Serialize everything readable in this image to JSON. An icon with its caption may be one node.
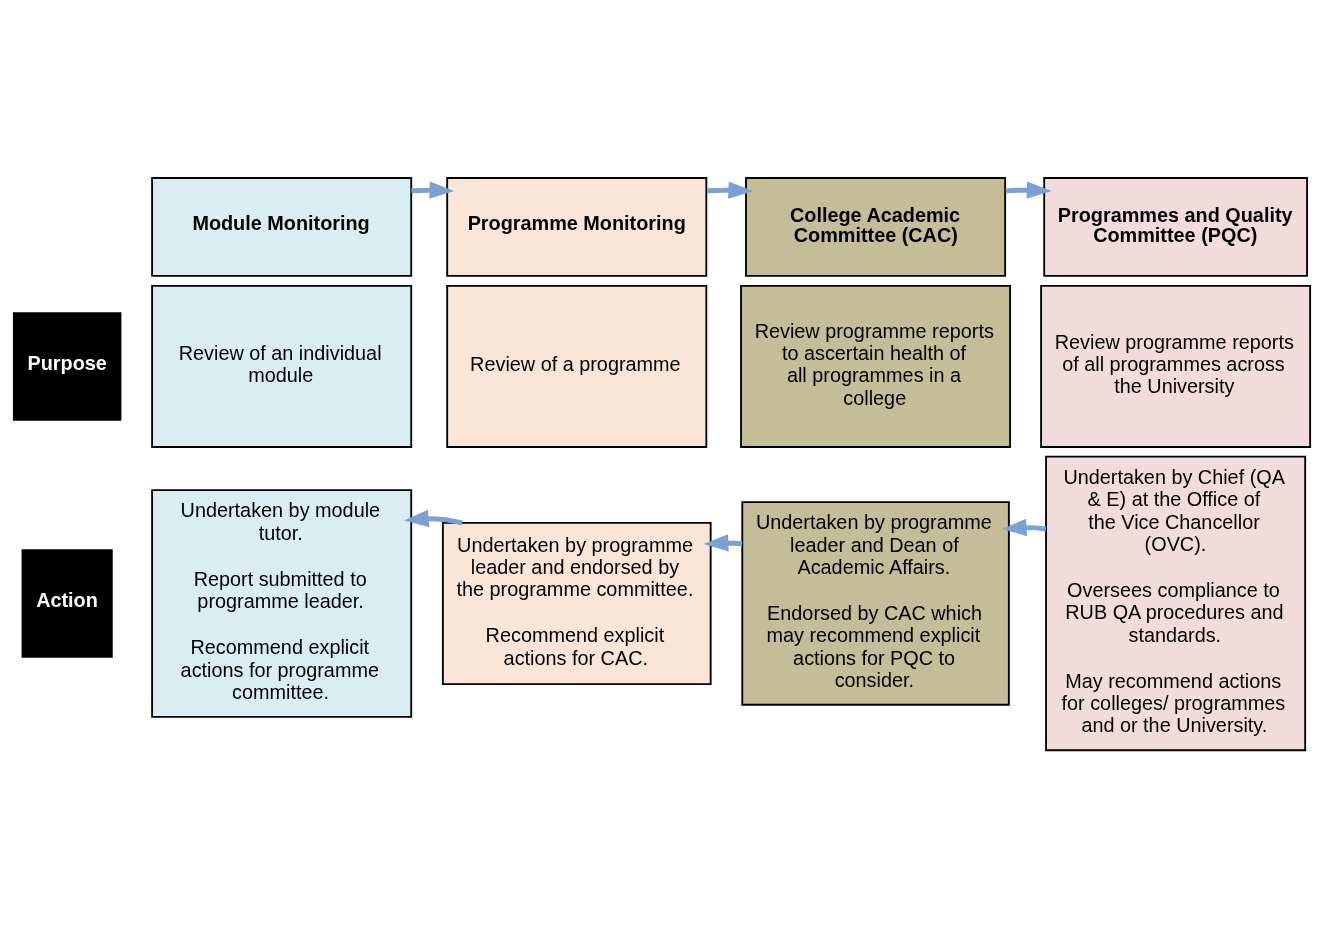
{
  "diagram": {
    "nodes": [
      {
        "text": [
          "Module Monitoring"
        ]
      },
      {
        "text": [
          "Programme Monitoring"
        ]
      },
      {
        "text": [
          "College Academic Committee (CAC)"
        ]
      },
      {
        "text": [
          "Programmes and Quality Committee (PQC)"
        ]
      },
      {
        "text": [
          "Purpose"
        ]
      },
      {
        "text": [
          "Review of an individual module"
        ]
      },
      {
        "text": [
          "Review of a programme"
        ]
      },
      {
        "text": [
          "Review programme reports to ascertain health of all programmes in a college"
        ]
      },
      {
        "text": [
          "Review programme reports of all programmes across the University"
        ]
      },
      {
        "text": [
          "Action"
        ]
      },
      {
        "text": [
          "Undertaken by module tutor.",
          "Report submitted to programme leader.",
          "Recommend explicit actions for programme committee."
        ]
      },
      {
        "text": [
          "Undertaken by programme leader and endorsed by the programme committee.",
          "Recommend explicit actions for CAC."
        ]
      },
      {
        "text": [
          "Undertaken by programme leader and Dean of Academic Affairs.",
          "Endorsed by CAC which may recommend explicit actions for PQC to consider."
        ]
      },
      {
        "text": [
          "Undertaken by Chief (QA & E) at the Office of the Vice Chancellor (OVC).",
          "Oversees compliance to RUB QA procedures and standards.",
          "May recommend actions for colleges/ programmes and or the University."
        ]
      }
    ],
    "edges": [
      {
        "from": 0,
        "to": 1,
        "arrow": "to"
      },
      {
        "from": 1,
        "to": 2,
        "arrow": "to"
      },
      {
        "from": 2,
        "to": 3,
        "arrow": "to"
      },
      {
        "from": 11,
        "to": 10,
        "arrow": "to"
      },
      {
        "from": 12,
        "to": 11,
        "arrow": "to"
      },
      {
        "from": 13,
        "to": 12,
        "arrow": "to"
      }
    ]
  }
}
